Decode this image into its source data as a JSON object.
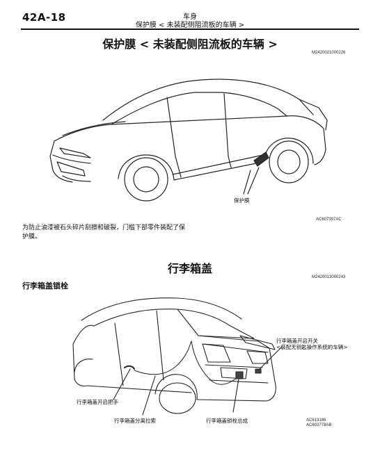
{
  "header": {
    "page_number": "42A-18",
    "section": "车身",
    "subsection": "保护膜 < 未装配侧阻流板的车辆 >"
  },
  "protective_film": {
    "title": "保护膜 < 未装配侧阻流板的车辆 >",
    "code": "M2420021000226",
    "figure_callout": "保护膜",
    "figure_code": "AC607397AC",
    "description": "为防止油漆被石头碎片刮擦和破裂，门槛下部零件装配了保护膜。"
  },
  "trunk_lid": {
    "title": "行李箱盖",
    "code": "M2420013000243",
    "subtitle": "行李箱盖锁栓",
    "callouts": {
      "opener_switch_line1": "行李箱盖开启开关",
      "opener_switch_line2": "<装配无钥匙操作系统的车辆>",
      "opener_handle": "行李箱盖开启把手",
      "release_cable": "行李箱盖分离拉索",
      "latch_assembly": "行李箱盖锁栓总成"
    },
    "figure_code_1": "AC613186",
    "figure_code_2": "AC603778AB"
  }
}
